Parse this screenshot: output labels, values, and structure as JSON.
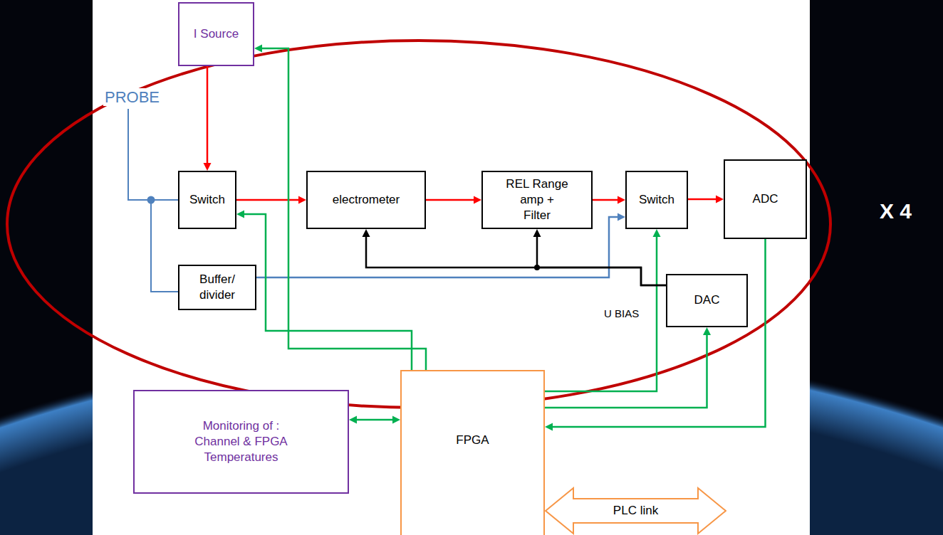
{
  "diagram": {
    "nodes": [
      {
        "text": [
          "I Source"
        ]
      },
      {
        "text": [
          "Switch"
        ]
      },
      {
        "text": [
          "electrometer"
        ]
      },
      {
        "text": [
          "REL Range amp + Filter"
        ]
      },
      {
        "text": [
          "Switch"
        ]
      },
      {
        "text": [
          "ADC"
        ]
      },
      {
        "text": [
          "Buffer/ divider"
        ]
      },
      {
        "text": [
          "DAC"
        ]
      },
      {
        "text": [
          "FPGA"
        ]
      },
      {
        "text": [
          "Monitoring of : Channel & FPGA Temperatures"
        ]
      },
      {
        "text": [
          "PLC link"
        ]
      }
    ],
    "edges": [
      {
        "from": 0,
        "to": 1,
        "arrow": "to"
      },
      {
        "from": 1,
        "to": 2,
        "arrow": "to"
      },
      {
        "from": 2,
        "to": 3,
        "arrow": "to"
      },
      {
        "from": 3,
        "to": 4,
        "arrow": "to"
      },
      {
        "from": 4,
        "to": 5,
        "arrow": "to"
      },
      {
        "from": 6,
        "to": 4,
        "arrow": "to"
      },
      {
        "from": 8,
        "to": 1,
        "arrow": "to"
      },
      {
        "from": 8,
        "to": 0,
        "arrow": "to"
      },
      {
        "from": 8,
        "to": 4,
        "arrow": "to"
      },
      {
        "from": 8,
        "to": 7,
        "arrow": "to"
      },
      {
        "from": 5,
        "to": 8,
        "arrow": "to"
      },
      {
        "from": 9,
        "to": 8,
        "arrow": "both"
      },
      {
        "from": 7,
        "to": 2,
        "arrow": "to"
      },
      {
        "from": 7,
        "to": 3,
        "arrow": "to"
      }
    ],
    "labels": [
      "PROBE",
      "U BIAS",
      "X 4"
    ]
  }
}
